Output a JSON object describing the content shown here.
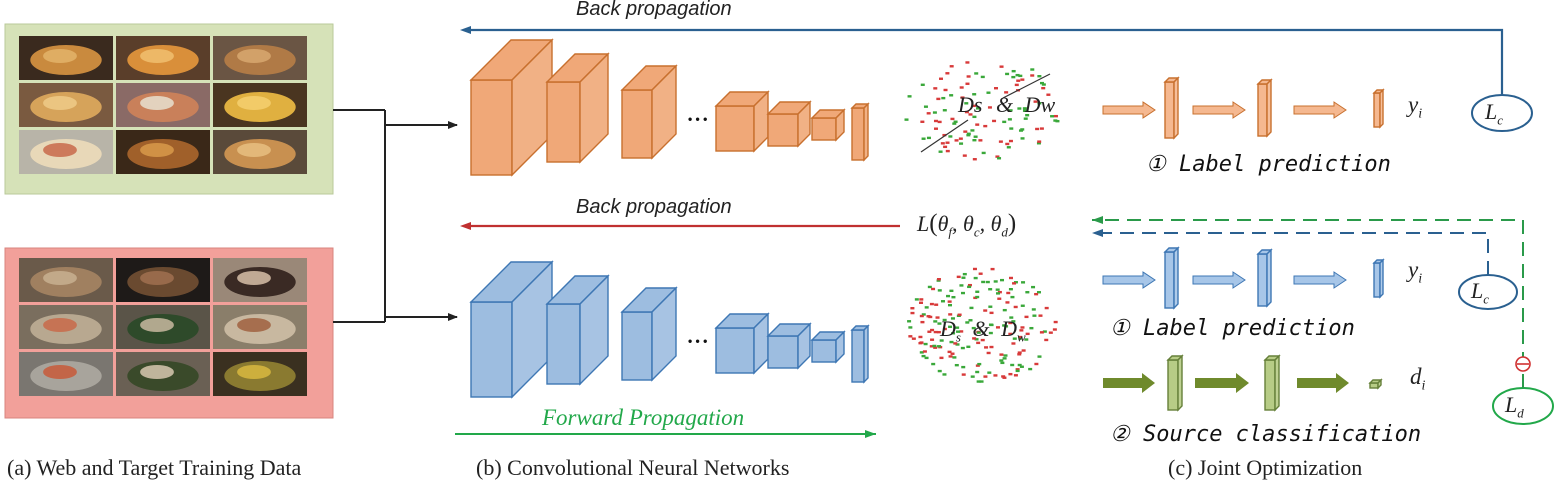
{
  "panels": {
    "a_caption": "(a) Web and Target Training Data",
    "b_caption": "(b) Convolutional Neural Networks",
    "c_caption": "(c) Joint Optimization"
  },
  "arrows": {
    "back_prop_top": "Back propagation",
    "back_prop_mid": "Back propagation",
    "forward_prop": "Forward Propagation"
  },
  "loss": {
    "joint_prefix": "L",
    "theta": "θ",
    "sub_f": "f",
    "sub_c": "c",
    "sub_d": "d",
    "comma": ",",
    "open_paren": "(",
    "close_paren": ")",
    "Lc_main": "L",
    "Lc_sub": "c",
    "Ld_main": "L",
    "Ld_sub": "d",
    "minus_symbol": "−"
  },
  "top_branch": {
    "output": "y",
    "output_sub": "i",
    "step_label": "① Label prediction",
    "domain_label_a": "Ds",
    "domain_amp": "&",
    "domain_label_b": "Dw"
  },
  "bottom_branch": {
    "output_y": "y",
    "output_y_sub": "i",
    "step_label_1": "① Label prediction",
    "output_d": "d",
    "output_d_sub": "i",
    "step_label_2": "② Source classification",
    "domain_label_a": "D",
    "domain_label_a_sub": "s",
    "domain_amp": "&",
    "domain_label_b": "D",
    "domain_label_b_sub": "w"
  },
  "dots_ellipsis": "• • •",
  "colors": {
    "orange": "#f0a878",
    "orange_edge": "#c8702e",
    "blue": "#9dbde0",
    "blue_edge": "#3e77b4",
    "green_block": "#b7cc86",
    "green_edge": "#66803a",
    "green_arrow": "#6f8a2c",
    "navy": "#2a6090",
    "red_arrow": "#c03030",
    "green_line": "#22a84a",
    "web_frame": "#d6e2b8",
    "target_frame": "#f2a09a"
  }
}
